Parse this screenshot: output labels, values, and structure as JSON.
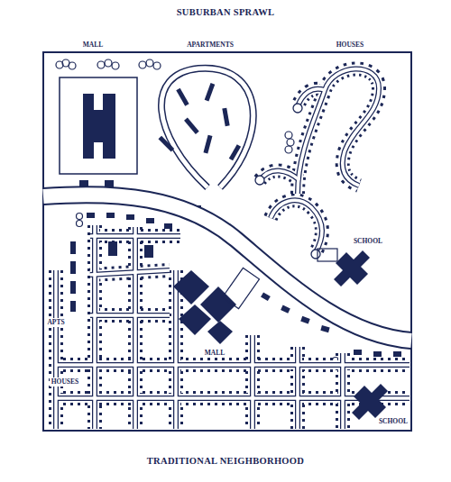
{
  "diagram": {
    "title": "SUBURBAN SPRAWL",
    "caption": "TRADITIONAL NEIGHBORHOOD",
    "labels": [
      "MALL",
      "APARTMENTS",
      "HOUSES",
      "SCHOOL",
      "APTS",
      "MALL",
      "HOUSES",
      "SCHOOL"
    ]
  }
}
